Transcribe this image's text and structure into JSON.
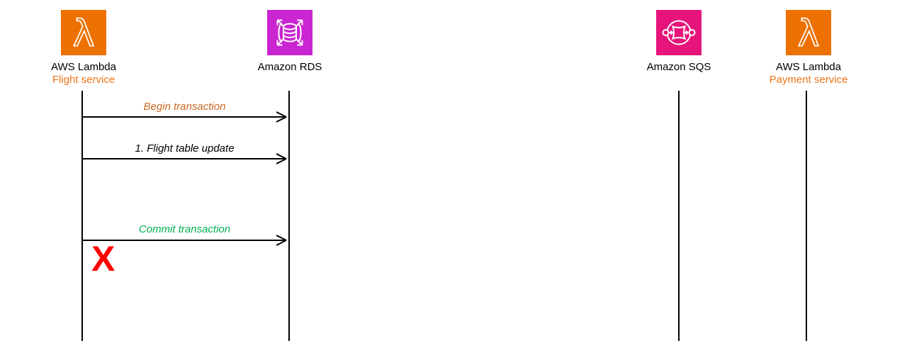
{
  "diagram": {
    "actors": [
      {
        "name": "AWS Lambda",
        "subtitle": "Flight service",
        "icon": "aws-lambda-icon"
      },
      {
        "name": "Amazon RDS",
        "icon": "amazon-rds-icon"
      },
      {
        "name": "Amazon SQS",
        "icon": "amazon-sqs-icon"
      },
      {
        "name": "AWS Lambda",
        "subtitle": "Payment service",
        "icon": "aws-lambda-icon"
      }
    ],
    "messages": [
      {
        "label": "Begin transaction",
        "color": "#c9681f",
        "from": "AWS Lambda (Flight service)",
        "to": "Amazon RDS"
      },
      {
        "label": "1. Flight table update",
        "color": "#000000",
        "from": "AWS Lambda (Flight service)",
        "to": "Amazon RDS"
      },
      {
        "label": "Commit transaction",
        "color": "#00b050",
        "from": "AWS Lambda (Flight service)",
        "to": "Amazon RDS"
      }
    ],
    "failure_marker": {
      "glyph": "X",
      "color": "#ff0000"
    },
    "colors": {
      "lambda_orange": "#ED7100",
      "rds_purple": "#C925D1",
      "sqs_pink": "#E7157B",
      "service_label_orange": "#EE7518",
      "line_black": "#000000"
    }
  }
}
